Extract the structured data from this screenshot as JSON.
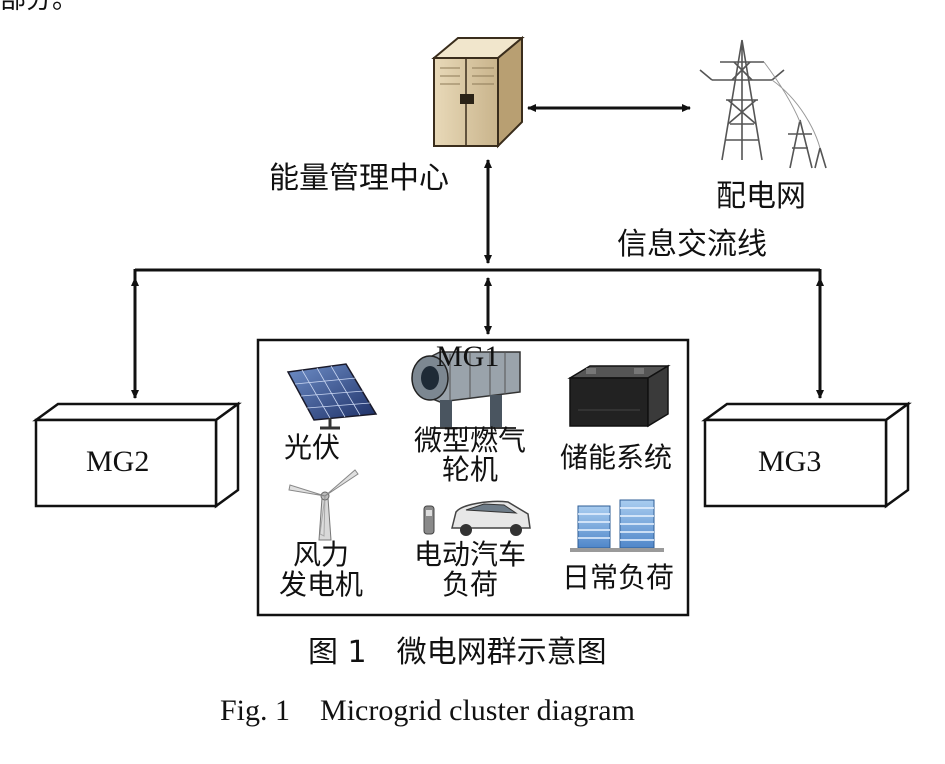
{
  "top_fragment": "部分。",
  "ems_label": "能量管理中心",
  "grid_label": "配电网",
  "bus_label": "信息交流线",
  "mg1": {
    "title": "MG1",
    "items": {
      "pv": [
        "光伏"
      ],
      "turbine": [
        "微型燃气",
        "轮机"
      ],
      "storage": [
        "储能系统"
      ],
      "wind": [
        "风力",
        "发电机"
      ],
      "ev": [
        "电动汽车",
        "负荷"
      ],
      "daily": [
        "日常负荷"
      ]
    }
  },
  "mg2_label": "MG2",
  "mg3_label": "MG3",
  "caption_cn": "图 1　微电网群示意图",
  "caption_en": "Fig. 1　Microgrid cluster diagram",
  "icons": [
    "server-cabinet-icon",
    "transmission-tower-icon",
    "solar-panel-icon",
    "gas-turbine-icon",
    "battery-icon",
    "wind-turbine-icon",
    "electric-car-icon",
    "office-building-icon"
  ]
}
